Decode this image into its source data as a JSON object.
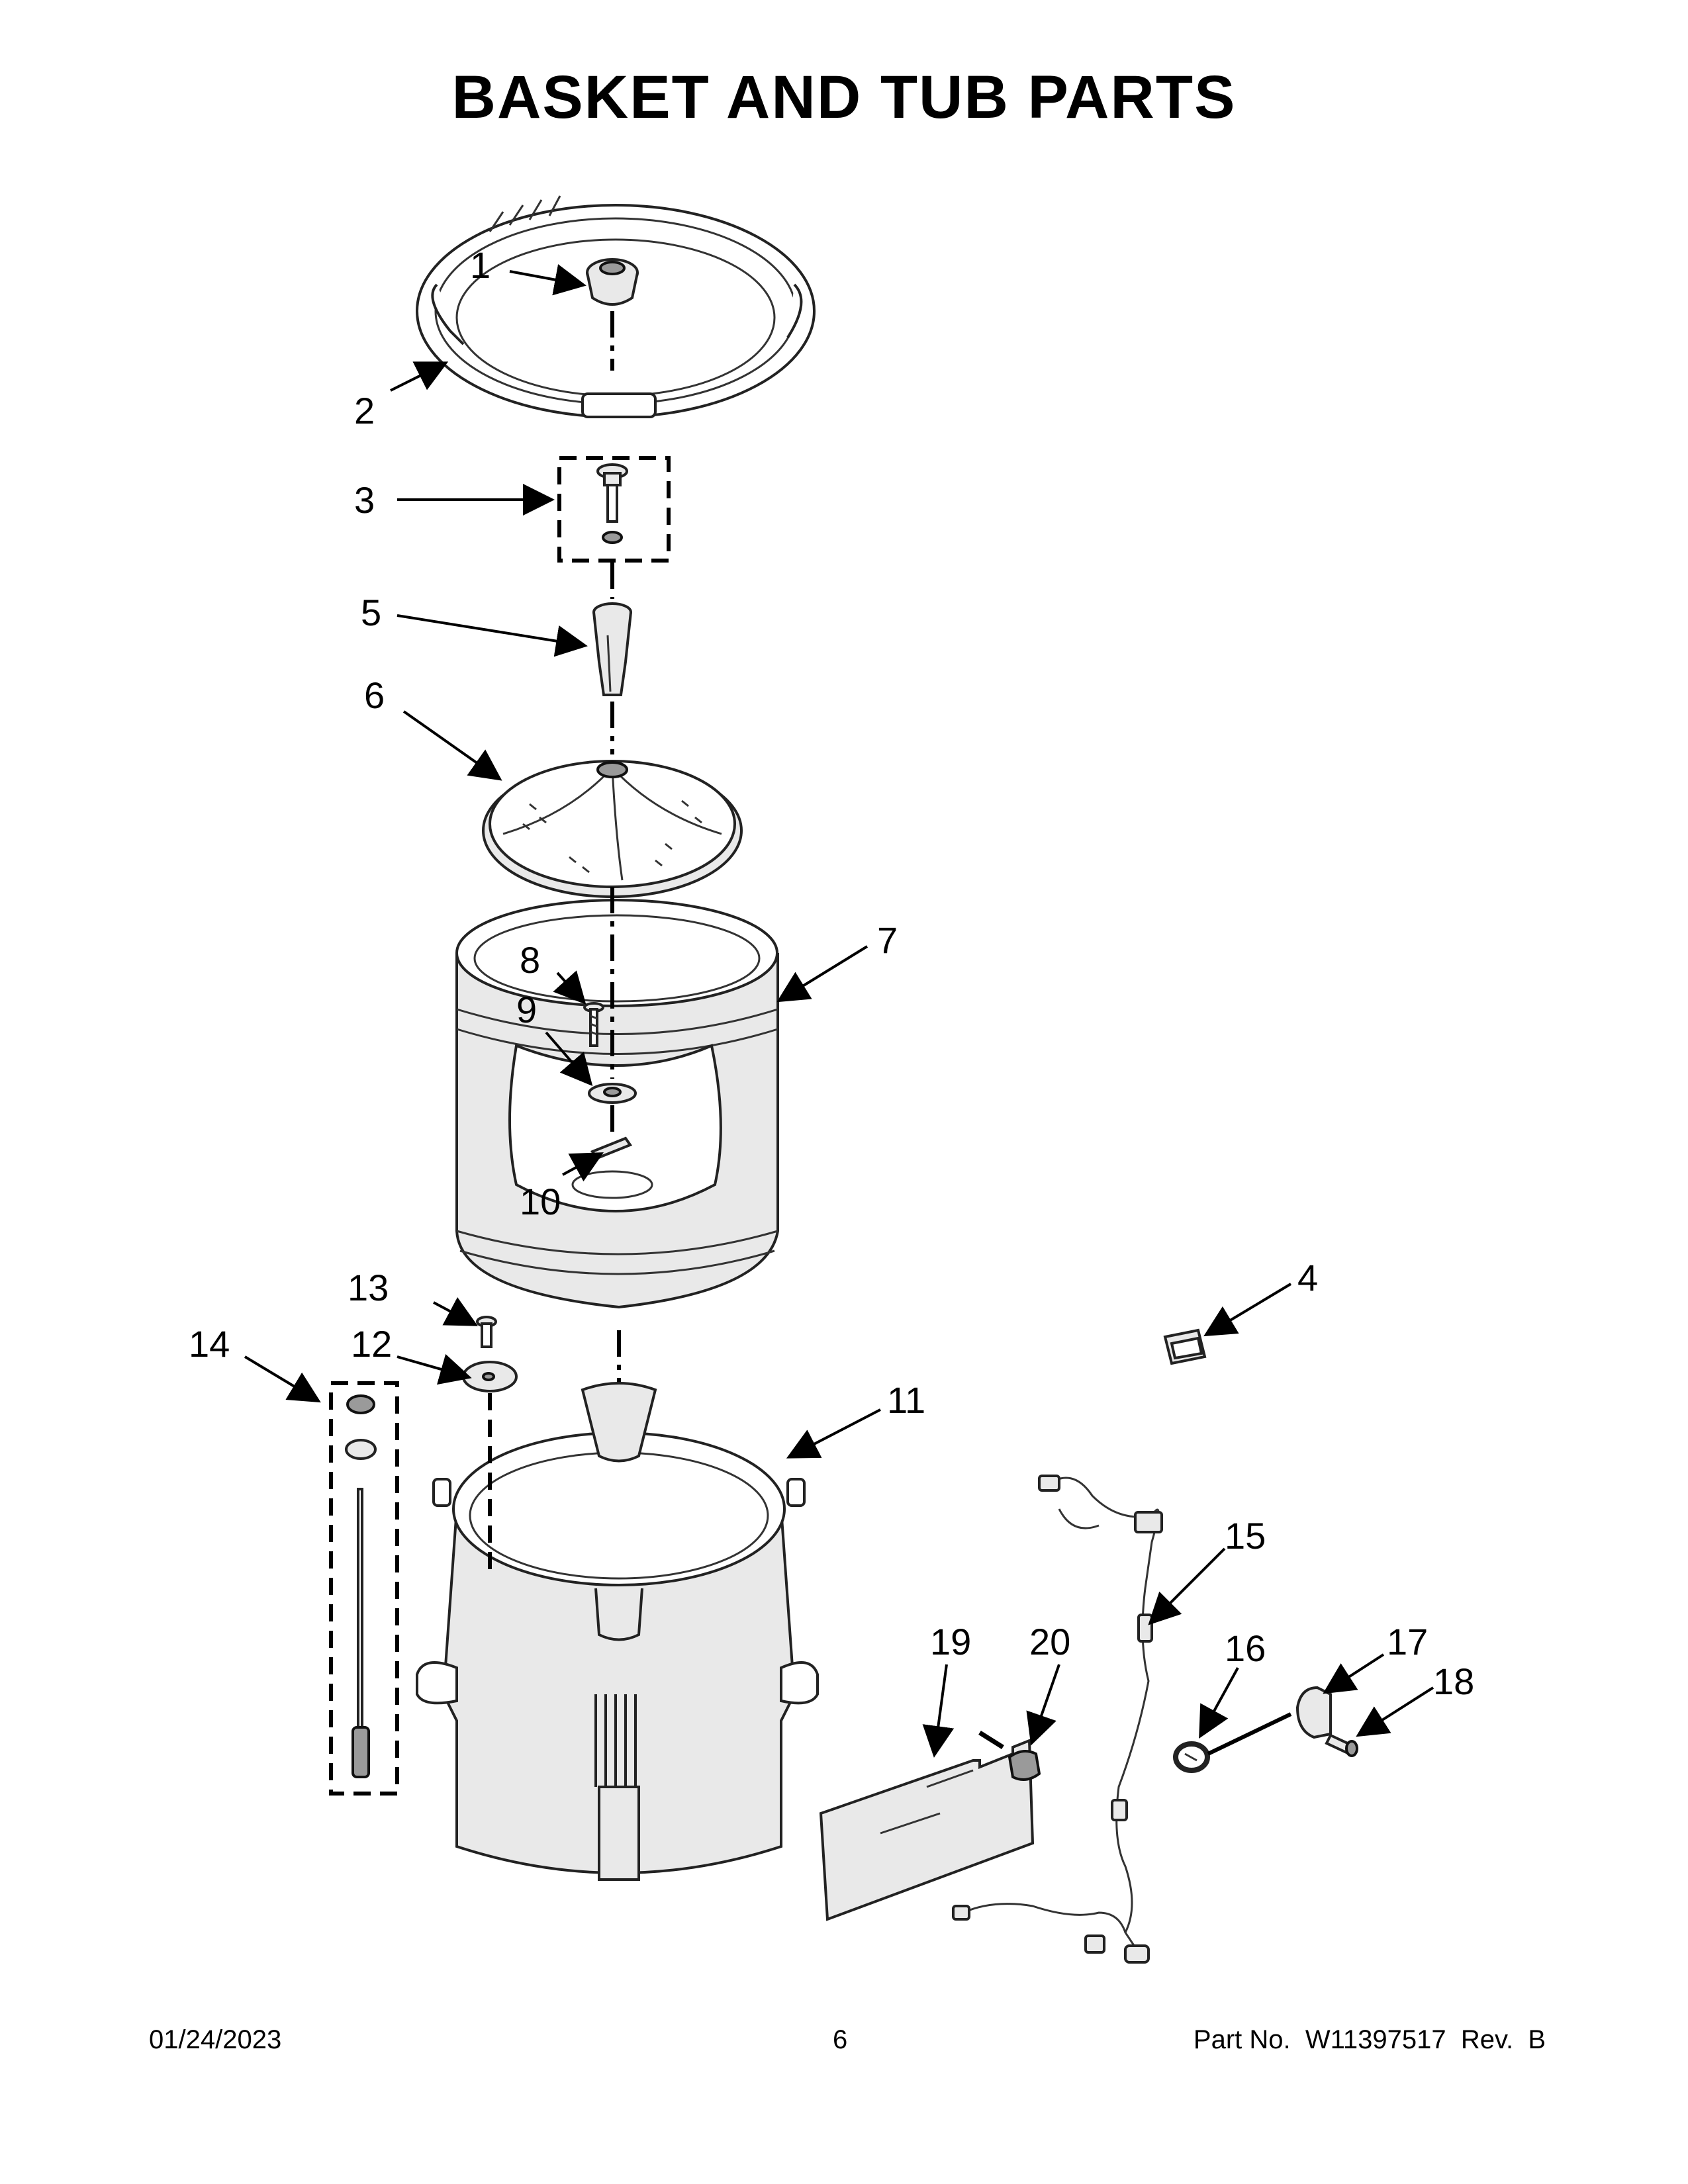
{
  "title": "BASKET AND TUB PARTS",
  "callouts": [
    "1",
    "2",
    "3",
    "4",
    "5",
    "6",
    "7",
    "8",
    "9",
    "10",
    "11",
    "12",
    "13",
    "14",
    "15",
    "16",
    "17",
    "18",
    "19",
    "20"
  ],
  "footer": {
    "date": "01/24/2023",
    "page": "6",
    "part_no": "Part No.  W11397517  Rev.  B"
  }
}
